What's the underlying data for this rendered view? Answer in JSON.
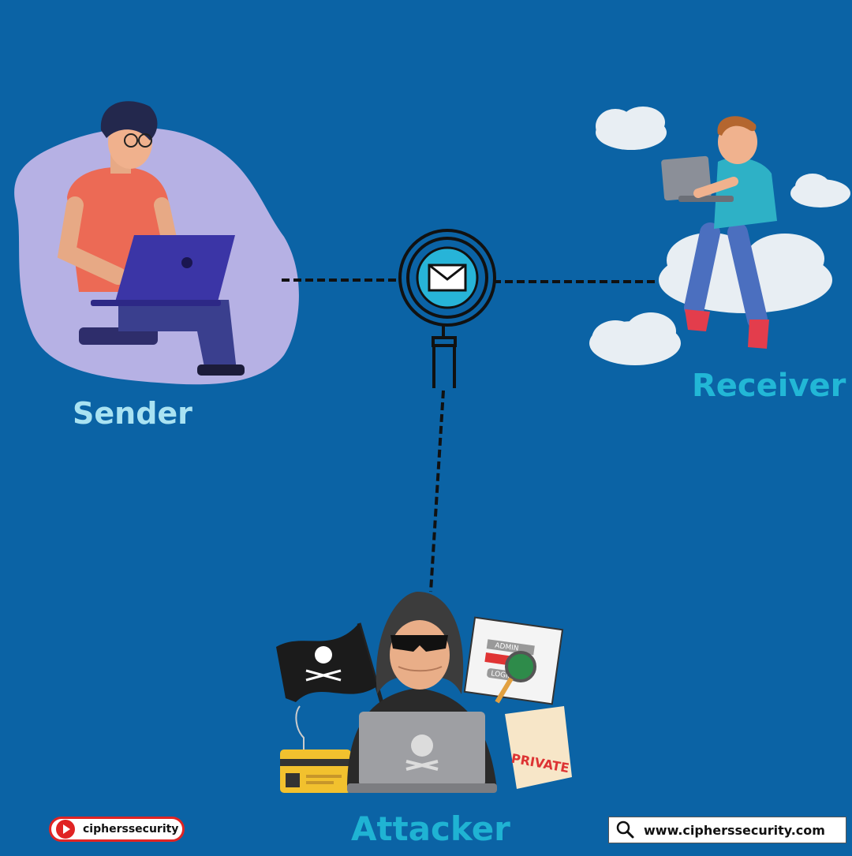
{
  "diagram": {
    "nodes": {
      "sender": "Sender",
      "receiver": "Receiver",
      "attacker": "Attacker"
    },
    "laptop_tags": {
      "admin": "ADMIN",
      "login": "LOGIN",
      "private": "PRIVATE"
    }
  },
  "footer": {
    "channel_name": "cipherssecurity",
    "website": "www.cipherssecurity.com"
  },
  "colors": {
    "background": "#0b63a5",
    "sender_label": "#a9e2f2",
    "receiver_label": "#22b7d6",
    "attacker_label": "#1fb3d3",
    "intercept_icon": "#27b4d8",
    "badge_red": "#e02424"
  }
}
